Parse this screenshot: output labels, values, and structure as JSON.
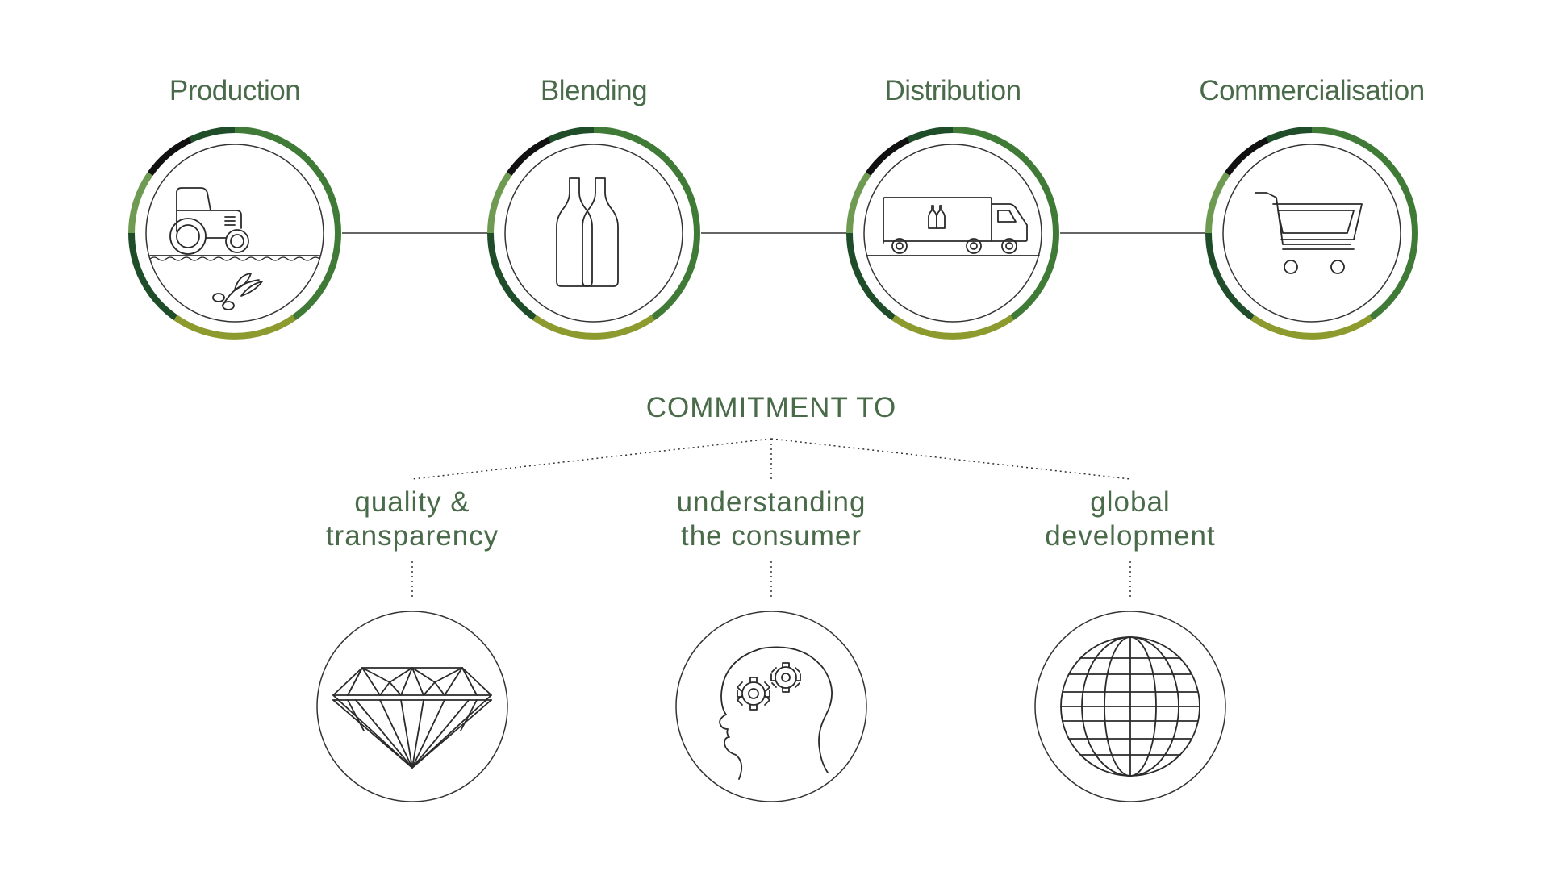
{
  "stages": [
    {
      "title": "Production",
      "icon": "tractor-olive-icon"
    },
    {
      "title": "Blending",
      "icon": "bottles-icon"
    },
    {
      "title": "Distribution",
      "icon": "truck-icon"
    },
    {
      "title": "Commercialisation",
      "icon": "shopping-cart-icon"
    }
  ],
  "commitment": {
    "title": "COMMITMENT TO",
    "pillars": [
      {
        "line1": "quality &",
        "line2": "transparency",
        "icon": "diamond-icon"
      },
      {
        "line1": "understanding",
        "line2": "the consumer",
        "icon": "head-gears-icon"
      },
      {
        "line1": "global",
        "line2": "development",
        "icon": "globe-icon"
      }
    ]
  },
  "colors": {
    "text": "#4a6b4a",
    "ring_light_green": "#6f9a52",
    "ring_dark_green": "#1f4d2a",
    "ring_mid_green": "#3f7a36",
    "ring_olive": "#8c9a2e",
    "ring_black": "#111111",
    "line": "#333333"
  }
}
